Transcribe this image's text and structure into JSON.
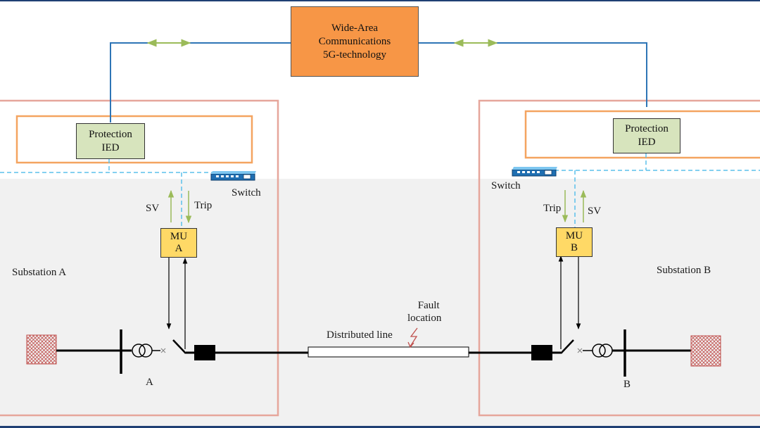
{
  "wan": {
    "lines": [
      "Wide-Area",
      "Communications",
      "5G-technology"
    ],
    "color": "#f79646"
  },
  "ied": {
    "left_lines": [
      "Protection",
      "IED"
    ],
    "right_lines": [
      "Protection",
      "IED"
    ],
    "color": "#d7e4bd"
  },
  "mu": {
    "left_lines": [
      "MU",
      "A"
    ],
    "right_lines": [
      "MU",
      "B"
    ],
    "color": "#ffd966"
  },
  "labels": {
    "switch_left": "Switch",
    "switch_right": "Switch",
    "sv_left": "SV",
    "trip_left": "Trip",
    "trip_right": "Trip",
    "sv_right": "SV",
    "substation_a": "Substation A",
    "substation_b": "Substation B",
    "node_a": "A",
    "node_b": "B",
    "distributed_line": "Distributed line",
    "fault_lines": [
      "Fault",
      "location"
    ]
  },
  "colors": {
    "comm_link": "#2e75b6",
    "lan_dashed": "#5bc0eb",
    "substation_border": "#e6a69b",
    "ied_panel_border": "#f4a460",
    "signal_arrow": "#9bbb59",
    "power_line": "#000000",
    "fault_mark": "#c0504d"
  },
  "icons": {
    "switch": "network-switch-icon",
    "transformer": "transformer-icon",
    "breaker": "breaker-icon",
    "source": "grid-source-icon",
    "fault": "lightning-icon"
  }
}
